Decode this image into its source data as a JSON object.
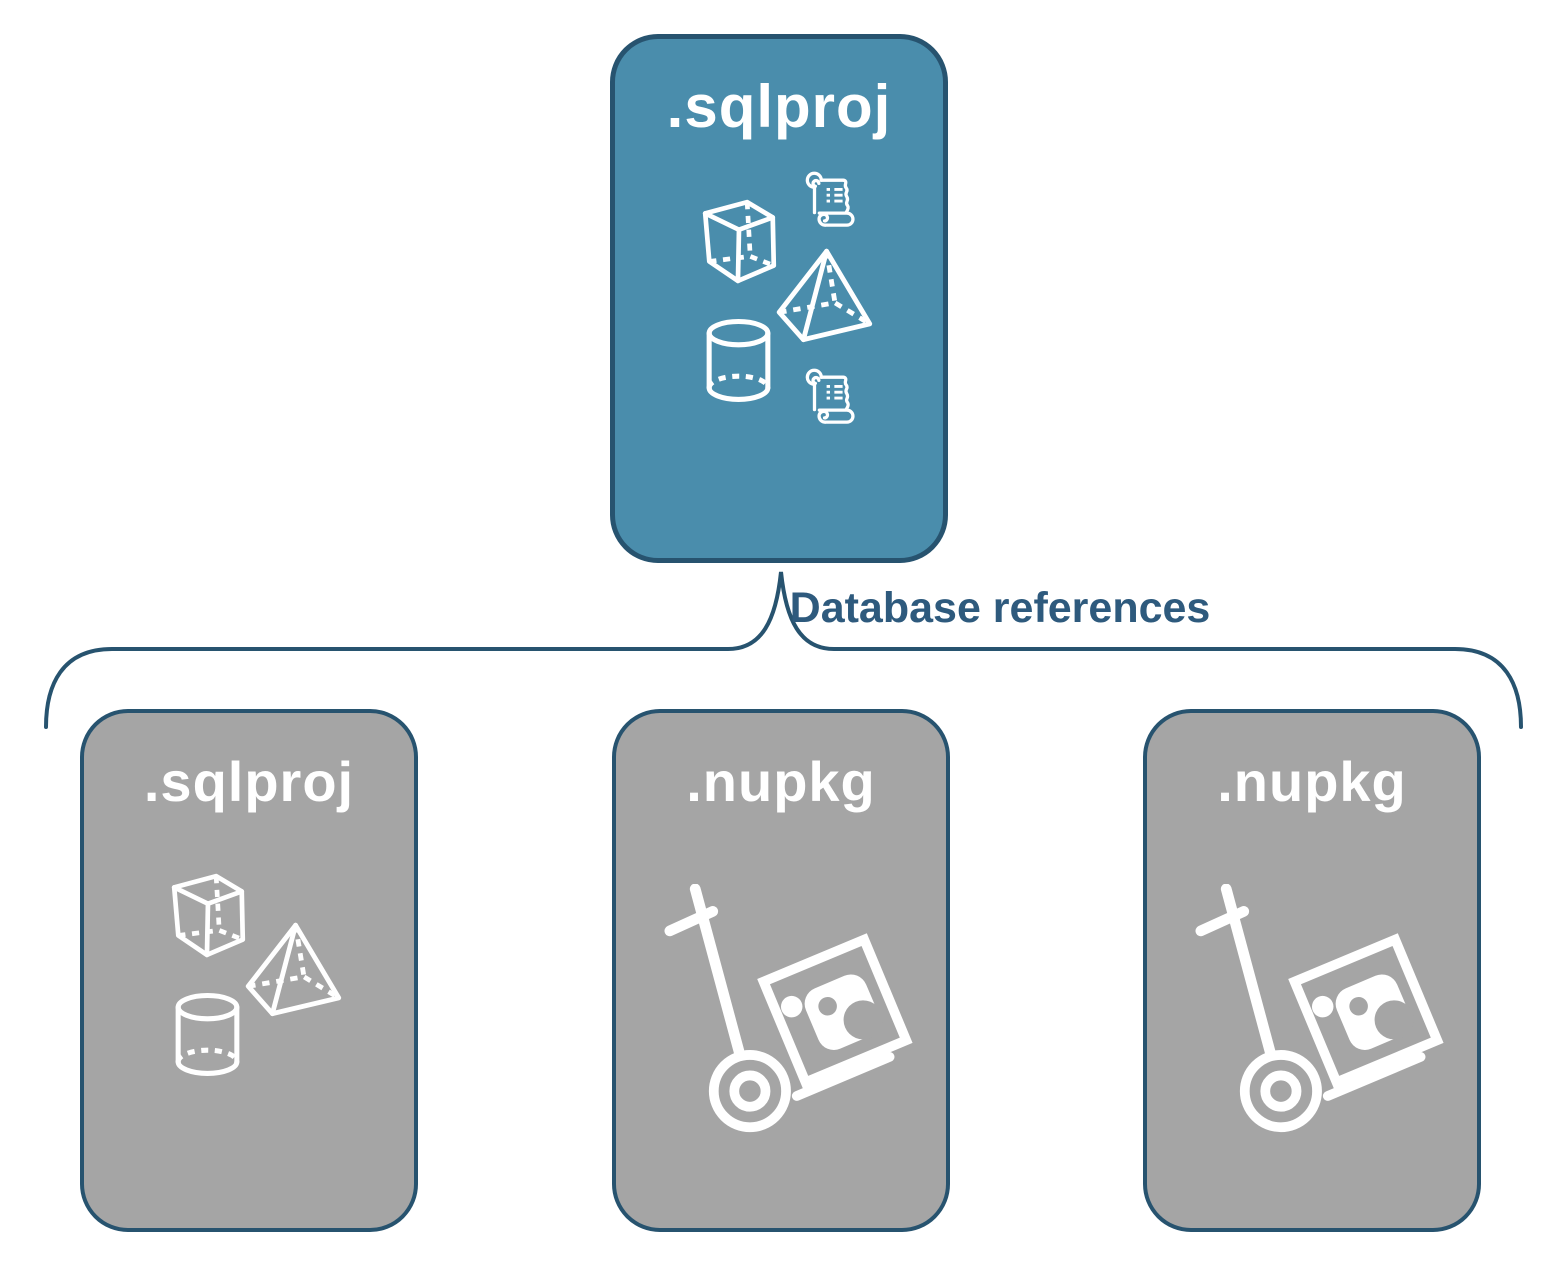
{
  "colors": {
    "parent_fill": "#4a8dac",
    "child_fill": "#a5a5a5",
    "outline": "#27536f",
    "connector": "#27536f",
    "label": "#2e5a7d",
    "icon": "#ffffff"
  },
  "parent_box": {
    "label": ".sqlproj",
    "icons": [
      "cube-icon",
      "scroll-icon",
      "pyramid-icon",
      "cylinder-icon",
      "scroll-icon"
    ]
  },
  "connector_label": "Database references",
  "child_boxes": [
    {
      "label": ".sqlproj",
      "icons": [
        "cube-icon",
        "pyramid-icon",
        "cylinder-icon"
      ]
    },
    {
      "label": ".nupkg",
      "icons": [
        "nuget-package-cart-icon"
      ]
    },
    {
      "label": ".nupkg",
      "icons": [
        "nuget-package-cart-icon"
      ]
    }
  ]
}
